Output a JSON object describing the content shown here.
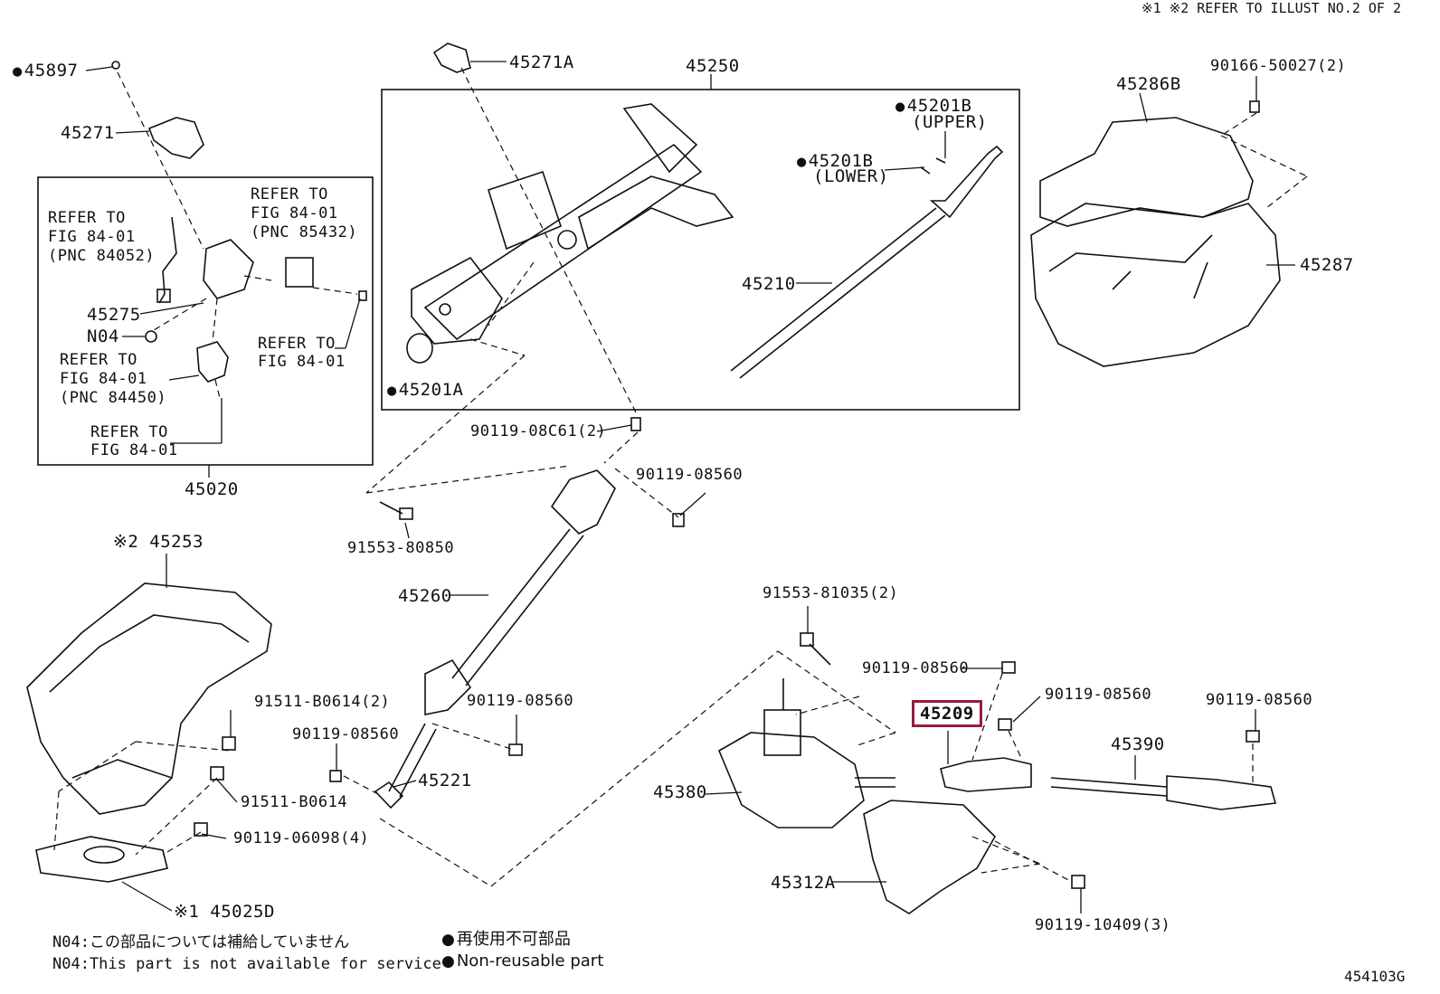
{
  "header_note": "※1 ※2  REFER TO ILLUST NO.2 OF 2",
  "figure_code": "454103G",
  "parts": {
    "p45897": "45897",
    "p45271A": "45271A",
    "p45250": "45250",
    "p45286B": "45286B",
    "p90166": "90166-50027(2)",
    "p45271": "45271",
    "p45201B_upper": "45201B",
    "upper": "(UPPER)",
    "p45201B_lower": "45201B",
    "lower": "(LOWER)",
    "p45287": "45287",
    "p45210": "45210",
    "p45275": "45275",
    "n04": "N04",
    "p45201A": "45201A",
    "p90119_08C61": "90119-08C61(2)",
    "p45020": "45020",
    "p90119_08560_a": "90119-08560",
    "p91553_80850": "91553-80850",
    "p45253": "※2 45253",
    "p45260": "45260",
    "p91553_81035": "91553-81035(2)",
    "p90119_08560_b": "90119-08560",
    "p90119_08560_c": "90119-08560",
    "p90119_08560_d": "90119-08560",
    "p45209": "45209",
    "p90119_08560_e": "90119-08560",
    "p90119_08560_f": "90119-08560",
    "p91511_B0614_2": "91511-B0614(2)",
    "p45390": "45390",
    "p45221": "45221",
    "p45380": "45380",
    "p91511_B0614": "91511-B0614",
    "p90119_06098": "90119-06098(4)",
    "p45312A": "45312A",
    "p90119_10409": "90119-10409(3)",
    "p45025D": "※1 45025D"
  },
  "refs": {
    "r1": [
      "REFER TO",
      "FIG 84-01",
      "(PNC 85432)"
    ],
    "r2": [
      "REFER TO",
      "FIG 84-01",
      "(PNC 84052)"
    ],
    "r3": [
      "REFER TO",
      "FIG 84-01"
    ],
    "r4": [
      "REFER TO",
      "FIG 84-01",
      "(PNC 84450)"
    ],
    "r5": [
      "REFER TO",
      "FIG 84-01"
    ]
  },
  "notes": {
    "jp": "N04:この部品については補給していません",
    "en": "N04:This part is not available for service"
  },
  "legend": {
    "jp": "再使用不可部品",
    "en": "Non-reusable part"
  },
  "colors": {
    "highlight": "#9b1b3b",
    "line": "#111111"
  }
}
